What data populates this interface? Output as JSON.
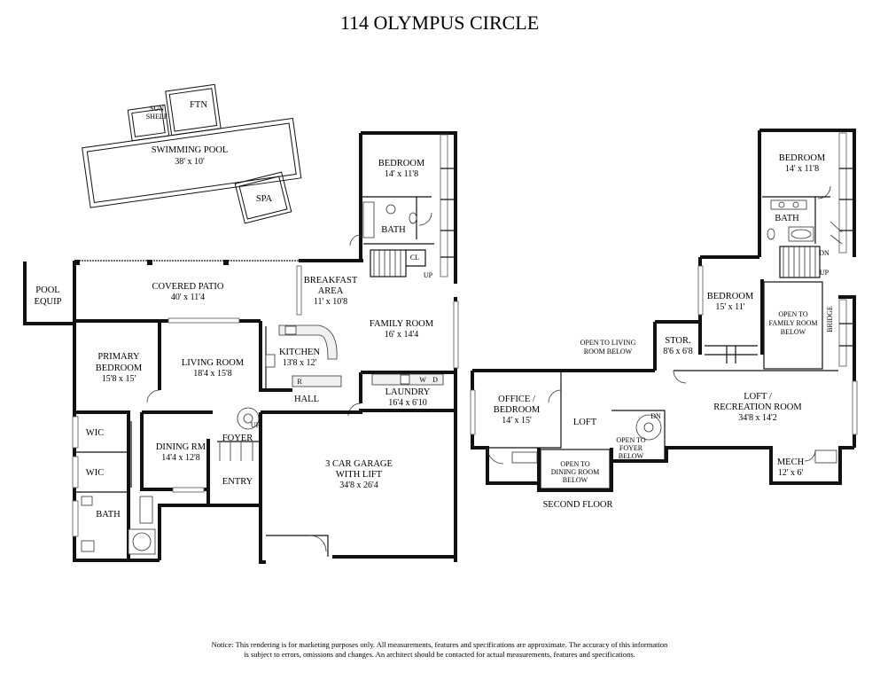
{
  "title": "114 OLYMPUS CIRCLE",
  "rooms": {
    "sun_shelf": [
      "SUN",
      "SHELF"
    ],
    "ftn": "FTN",
    "pool": {
      "name": "SWIMMING POOL",
      "dim": "38' x 10'"
    },
    "spa": "SPA",
    "pool_equip": [
      "POOL",
      "EQUIP"
    ],
    "covered_patio": {
      "name": "COVERED PATIO",
      "dim": "40' x 11'4"
    },
    "breakfast": {
      "name": [
        "BREAKFAST",
        "AREA"
      ],
      "dim": "11' x 10'8"
    },
    "bedroom_1": {
      "name": "BEDROOM",
      "dim": "14' x 11'8"
    },
    "bath_1": "BATH",
    "cl": "CL",
    "up_1": "UP",
    "family_room": {
      "name": "FAMILY ROOM",
      "dim": "16' x 14'4"
    },
    "kitchen": {
      "name": "KITCHEN",
      "dim": "13'8 x 12'"
    },
    "fridge": "R",
    "primary_bedroom": {
      "name": [
        "PRIMARY",
        "BEDROOM"
      ],
      "dim": "15'8 x 15'"
    },
    "living_room": {
      "name": "LIVING ROOM",
      "dim": "18'4 x 15'8"
    },
    "hall": "HALL",
    "laundry": {
      "name": "LAUNDRY",
      "dim": "16'4 x 6'10"
    },
    "washer": "W",
    "dryer": "D",
    "wic_1": "WIC",
    "wic_2": "WIC",
    "dining": {
      "name": "DINING RM",
      "dim": "14'4 x 12'8"
    },
    "foyer": "FOYER",
    "up_2": "UP",
    "entry": "ENTRY",
    "bath_primary": "BATH",
    "garage": {
      "name": [
        "3 CAR GARAGE",
        "WITH LIFT"
      ],
      "dim": "34'8 x 26'4"
    },
    "bedroom_2": {
      "name": "BEDROOM",
      "dim": "14' x 11'8"
    },
    "bath_2": "BATH",
    "dn_1": "DN",
    "up_3": "UP",
    "bedroom_3": {
      "name": "BEDROOM",
      "dim": "15' x 11'"
    },
    "open_family": [
      "OPEN TO",
      "FAMILY ROOM",
      "BELOW"
    ],
    "bridge": "BRIDGE",
    "open_living": [
      "OPEN TO LIVING",
      "ROOM BELOW"
    ],
    "storage": {
      "name": "STOR.",
      "dim": "8'6 x 6'8"
    },
    "office": {
      "name": [
        "OFFICE /",
        "BEDROOM"
      ],
      "dim": "14' x 15'"
    },
    "loft_small": "LOFT",
    "dn_2": "DN",
    "open_foyer": [
      "OPEN TO",
      "FOYER",
      "BELOW"
    ],
    "loft_rec": {
      "name": [
        "LOFT /",
        "RECREATION ROOM"
      ],
      "dim": "34'8 x 14'2"
    },
    "open_dining": [
      "OPEN TO",
      "DINING ROOM",
      "BELOW"
    ],
    "mech": {
      "name": "MECH",
      "dim": "12' x 6'"
    }
  },
  "second_floor_label": "SECOND FLOOR",
  "notice": [
    "Notice: This rendering is for marketing purposes only. All measurements, features and specifications are approximate. The accuracy of this information",
    "is subject to errors, omissions and changes. An architect should be contacted for actual measurements, features and specifications."
  ]
}
